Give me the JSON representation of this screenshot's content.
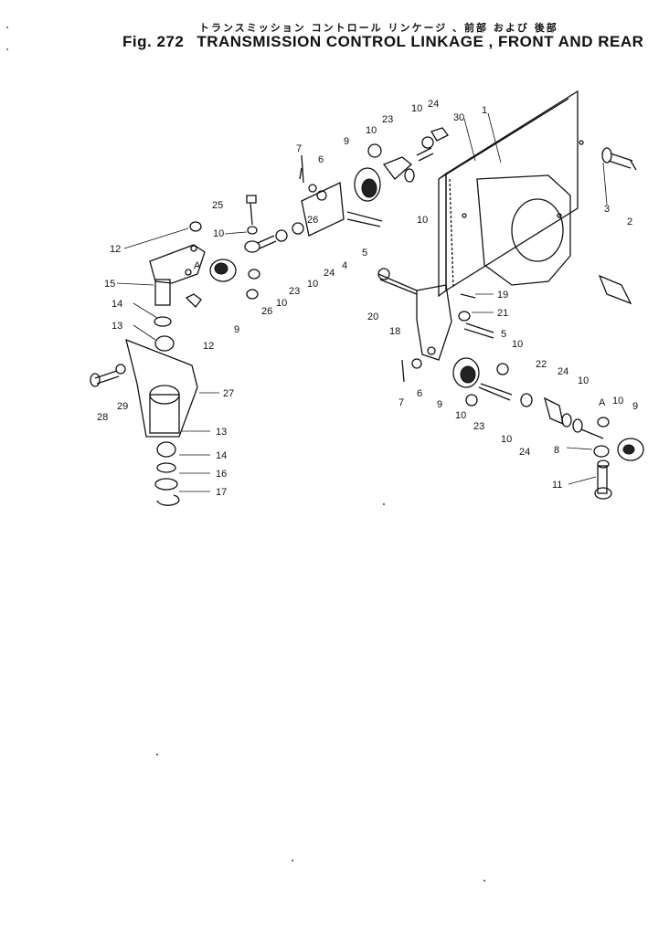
{
  "header": {
    "subtitle_jp": "トランスミッション コントロール リンケージ 、前部 および 後部",
    "fig_label": "Fig. 272",
    "title": "TRANSMISSION CONTROL LINKAGE , FRONT AND REAR"
  },
  "callouts": [
    {
      "id": "c1",
      "text": "1"
    },
    {
      "id": "c2",
      "text": "2"
    },
    {
      "id": "c3",
      "text": "3"
    },
    {
      "id": "c4",
      "text": "4"
    },
    {
      "id": "c5a",
      "text": "5"
    },
    {
      "id": "c5b",
      "text": "5"
    },
    {
      "id": "c6a",
      "text": "6"
    },
    {
      "id": "c6b",
      "text": "6"
    },
    {
      "id": "c7a",
      "text": "7"
    },
    {
      "id": "c7b",
      "text": "7"
    },
    {
      "id": "c8",
      "text": "8"
    },
    {
      "id": "c9a",
      "text": "9"
    },
    {
      "id": "c9b",
      "text": "9"
    },
    {
      "id": "c9c",
      "text": "9"
    },
    {
      "id": "c9d",
      "text": "9"
    },
    {
      "id": "c10a",
      "text": "10"
    },
    {
      "id": "c10b",
      "text": "10"
    },
    {
      "id": "c10c",
      "text": "10"
    },
    {
      "id": "c10d",
      "text": "10"
    },
    {
      "id": "c10e",
      "text": "10"
    },
    {
      "id": "c10f",
      "text": "10"
    },
    {
      "id": "c10g",
      "text": "10"
    },
    {
      "id": "c10h",
      "text": "10"
    },
    {
      "id": "c10i",
      "text": "10"
    },
    {
      "id": "c10j",
      "text": "10"
    },
    {
      "id": "c10k",
      "text": "10"
    },
    {
      "id": "c11",
      "text": "11"
    },
    {
      "id": "c12a",
      "text": "12"
    },
    {
      "id": "c12b",
      "text": "12"
    },
    {
      "id": "c13a",
      "text": "13"
    },
    {
      "id": "c13b",
      "text": "13"
    },
    {
      "id": "c14a",
      "text": "14"
    },
    {
      "id": "c14b",
      "text": "14"
    },
    {
      "id": "c15",
      "text": "15"
    },
    {
      "id": "c16",
      "text": "16"
    },
    {
      "id": "c17",
      "text": "17"
    },
    {
      "id": "c18",
      "text": "18"
    },
    {
      "id": "c19",
      "text": "19"
    },
    {
      "id": "c20",
      "text": "20"
    },
    {
      "id": "c21",
      "text": "21"
    },
    {
      "id": "c22",
      "text": "22"
    },
    {
      "id": "c23a",
      "text": "23"
    },
    {
      "id": "c23b",
      "text": "23"
    },
    {
      "id": "c23c",
      "text": "23"
    },
    {
      "id": "c24a",
      "text": "24"
    },
    {
      "id": "c24b",
      "text": "24"
    },
    {
      "id": "c24c",
      "text": "24"
    },
    {
      "id": "c24d",
      "text": "24"
    },
    {
      "id": "c25",
      "text": "25"
    },
    {
      "id": "c26a",
      "text": "26"
    },
    {
      "id": "c26b",
      "text": "26"
    },
    {
      "id": "c27",
      "text": "27"
    },
    {
      "id": "c28",
      "text": "28"
    },
    {
      "id": "c29",
      "text": "29"
    },
    {
      "id": "c30",
      "text": "30"
    },
    {
      "id": "cA1",
      "text": "A"
    },
    {
      "id": "cA2",
      "text": "A"
    }
  ]
}
